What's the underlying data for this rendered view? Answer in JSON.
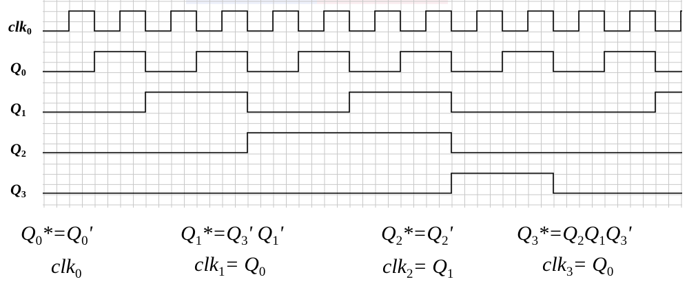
{
  "signals": [
    {
      "name": "clk0",
      "label_base": "clk",
      "label_sub": "0",
      "levels": [
        0,
        1,
        0,
        1,
        0,
        1,
        0,
        1,
        0,
        1,
        0,
        1,
        0,
        1,
        0,
        1,
        0,
        1,
        0,
        1,
        0,
        1,
        0,
        1,
        0,
        1
      ]
    },
    {
      "name": "Q0",
      "label_base": "Q",
      "label_sub": "0",
      "levels": [
        0,
        0,
        1,
        1,
        0,
        0,
        1,
        1,
        0,
        0,
        1,
        1,
        0,
        0,
        1,
        1,
        0,
        0,
        1,
        1,
        0,
        0,
        1,
        1,
        0,
        0
      ]
    },
    {
      "name": "Q1",
      "label_base": "Q",
      "label_sub": "1",
      "levels": [
        0,
        0,
        0,
        0,
        1,
        1,
        1,
        1,
        0,
        0,
        0,
        0,
        1,
        1,
        1,
        1,
        0,
        0,
        0,
        0,
        0,
        0,
        0,
        0,
        1,
        1
      ]
    },
    {
      "name": "Q2",
      "label_base": "Q",
      "label_sub": "2",
      "levels": [
        0,
        0,
        0,
        0,
        0,
        0,
        0,
        0,
        1,
        1,
        1,
        1,
        1,
        1,
        1,
        1,
        0,
        0,
        0,
        0,
        0,
        0,
        0,
        0,
        0,
        0
      ]
    },
    {
      "name": "Q3",
      "label_base": "Q",
      "label_sub": "3",
      "levels": [
        0,
        0,
        0,
        0,
        0,
        0,
        0,
        0,
        0,
        0,
        0,
        0,
        0,
        0,
        0,
        0,
        1,
        1,
        1,
        1,
        0,
        0,
        0,
        0,
        0,
        0
      ]
    }
  ],
  "equations": [
    {
      "next": {
        "base": "Q",
        "sub": "0",
        "rest": "*=",
        "rhs_base": "Q",
        "rhs_sub": "0",
        "rhs_rest": "'"
      },
      "clock": {
        "base": "clk",
        "sub": "0",
        "rest": ""
      }
    },
    {
      "next": {
        "base": "Q",
        "sub": "1",
        "rest": "*=",
        "rhs_base": "Q",
        "rhs_sub": "3",
        "rhs_rest": "' Q",
        "rhs_sub2": "1",
        "rhs_rest2": "'"
      },
      "clock": {
        "base": "clk",
        "sub": "1",
        "rest": "= Q",
        "sub2": "0"
      }
    },
    {
      "next": {
        "base": "Q",
        "sub": "2",
        "rest": "*=",
        "rhs_base": "Q",
        "rhs_sub": "2",
        "rhs_rest": "'"
      },
      "clock": {
        "base": "clk",
        "sub": "2",
        "rest": "= Q",
        "sub2": "1"
      }
    },
    {
      "next": {
        "base": "Q",
        "sub": "3",
        "rest": "*=",
        "rhs_base": "Q",
        "rhs_sub": "2",
        "rhs_rest": "Q",
        "rhs_sub2": "1",
        "rhs_rest2": "Q",
        "rhs_sub3": "3",
        "rhs_rest3": "'"
      },
      "clock": {
        "base": "clk",
        "sub": "3",
        "rest": "= Q",
        "sub2": "0"
      }
    }
  ],
  "colors": {
    "grid": "#c8c8c8",
    "trace": "#000000",
    "tab_blue": "#eef1fb",
    "tab_pink": "#fbeef1"
  }
}
